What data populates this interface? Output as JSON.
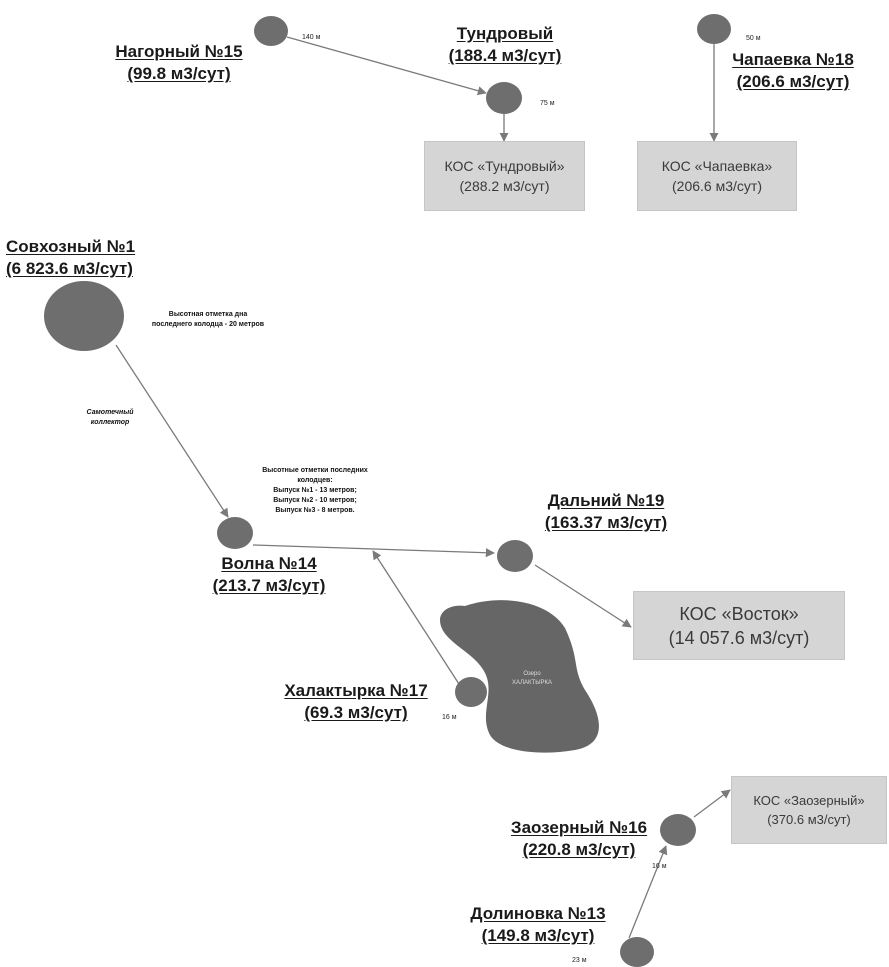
{
  "stations": {
    "nagorny": {
      "name": "Нагорный №15",
      "flow": "(99.8 м3/сут)",
      "distance": "140 м"
    },
    "tundrovy": {
      "name": "Тундровый",
      "flow": "(188.4 м3/сут)",
      "distance": "75 м"
    },
    "chapaevka": {
      "name": "Чапаевка №18",
      "flow": "(206.6 м3/сут)",
      "distance": "50 м"
    },
    "sovkhozny": {
      "name": "Совхозный №1",
      "flow": "(6 823.6 м3/сут)"
    },
    "volna": {
      "name": "Волна №14",
      "flow": "(213.7 м3/сут)"
    },
    "dalny": {
      "name": "Дальний №19",
      "flow": "(163.37 м3/сут)"
    },
    "khalaktyrka": {
      "name": "Халактырка №17",
      "flow": "(69.3 м3/сут)",
      "distance": "16 м"
    },
    "zaozerny": {
      "name": "Заозерный №16",
      "flow": "(220.8 м3/сут)",
      "distance": "16 м"
    },
    "dolinovka": {
      "name": "Долиновка №13",
      "flow": "(149.8 м3/сут)",
      "distance": "23 м"
    }
  },
  "treatment_plants": {
    "tundrovy": {
      "name": "КОС «Тундровый»",
      "flow": "(288.2 м3/сут)"
    },
    "chapaevka": {
      "name": "КОС «Чапаевка»",
      "flow": "(206.6 м3/сут)"
    },
    "vostok": {
      "name": "КОС «Восток»",
      "flow": "(14 057.6 м3/сут)"
    },
    "zaozerny": {
      "name": "КОС «Заозерный»",
      "flow": "(370.6 м3/сут)"
    }
  },
  "notes": {
    "sovkhozny_elevation": [
      "Высотная отметка дна",
      "последнего колодца - 20 метров"
    ],
    "gravity_collector": [
      "Самотечный",
      "коллектор"
    ],
    "outlets": [
      "Высотные отметки последних",
      "колодцев:",
      "Выпуск №1 - 13 метров;",
      "Выпуск №2 - 10 метров;",
      "Выпуск №3 - 8 метров."
    ]
  },
  "lake": {
    "label_line1": "Озеро",
    "label_line2": "ХАЛАКТЫРКА"
  },
  "colors": {
    "node": "#6e6e6e",
    "lake": "#666666",
    "box": "#d5d5d5",
    "line": "#7a7a7a"
  }
}
